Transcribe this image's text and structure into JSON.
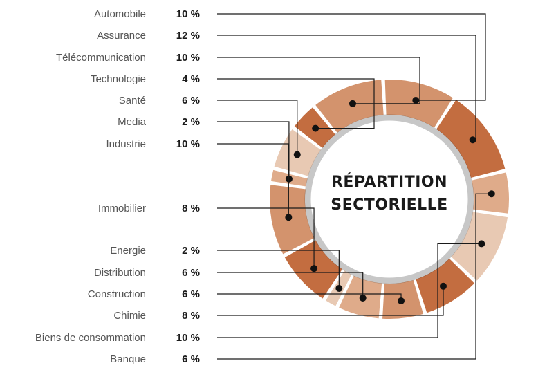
{
  "chart_data": {
    "type": "pie",
    "title_lines": [
      "RÉPARTITION",
      "SECTORIELLE"
    ],
    "categories": [
      "Automobile",
      "Assurance",
      "Télécommunication",
      "Technologie",
      "Santé",
      "Media",
      "Industrie",
      "Immobilier",
      "Energie",
      "Distribution",
      "Construction",
      "Chimie",
      "Biens de consommation",
      "Banque"
    ],
    "value_labels": [
      "10 %",
      "12 %",
      "10 %",
      "4 %",
      "6 %",
      "2 %",
      "10 %",
      "8 %",
      "2 %",
      "6 %",
      "6 %",
      "8 %",
      "10 %",
      "6 %"
    ],
    "values": [
      10,
      12,
      10,
      4,
      6,
      2,
      10,
      8,
      2,
      6,
      6,
      8,
      10,
      6
    ],
    "colors": [
      "#d3936d",
      "#c36d40",
      "#d3936d",
      "#c36d40",
      "#e8c9b3",
      "#dfab8a",
      "#d3936d",
      "#c36d40",
      "#e8c9b3",
      "#dfab8a",
      "#d3936d",
      "#c36d40",
      "#e8c9b3",
      "#dfab8a"
    ],
    "unit": "%"
  }
}
